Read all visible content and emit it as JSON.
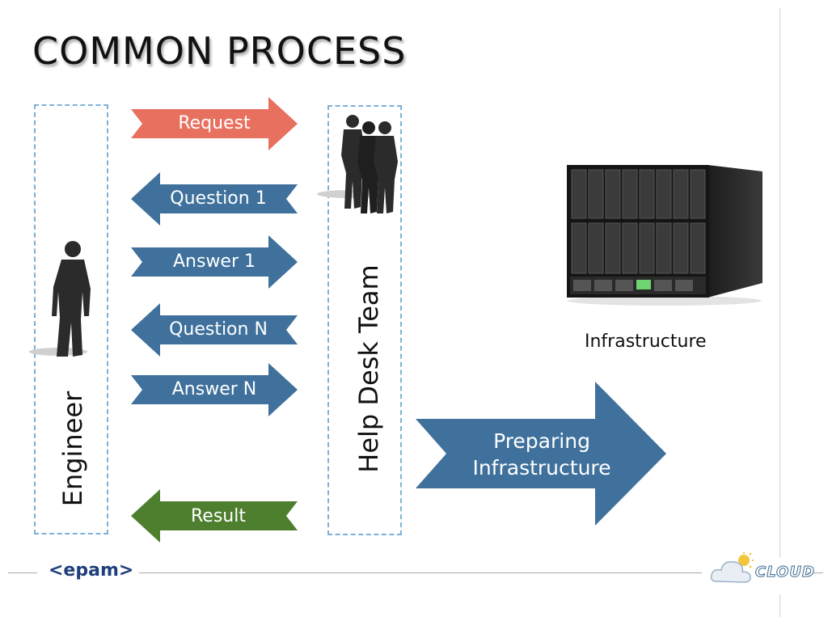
{
  "slide": {
    "title": "COMMON PROCESS"
  },
  "lanes": {
    "engineer": "Engineer",
    "help_desk": "Help Desk Team"
  },
  "messages": [
    {
      "label": "Request",
      "direction": "right",
      "color": "#e8705f"
    },
    {
      "label": "Question 1",
      "direction": "left",
      "color": "#3f719c"
    },
    {
      "label": "Answer 1",
      "direction": "right",
      "color": "#3f719c"
    },
    {
      "label": "Question N",
      "direction": "left",
      "color": "#3f719c"
    },
    {
      "label": "Answer N",
      "direction": "right",
      "color": "#3f719c"
    },
    {
      "label": "Result",
      "direction": "left",
      "color": "#4e7f2e"
    }
  ],
  "process": {
    "label_line1": "Preparing",
    "label_line2": "Infrastructure",
    "color": "#3f719c"
  },
  "infrastructure": {
    "label": "Infrastructure"
  },
  "footer": {
    "left_logo": "<epam>",
    "right_logo": "CLOUD",
    "logo_icon": "cloud-sun-icon"
  },
  "icons": {
    "engineer": "person-silhouette-icon",
    "team": "group-silhouette-icon",
    "server": "server-rack-icon"
  }
}
